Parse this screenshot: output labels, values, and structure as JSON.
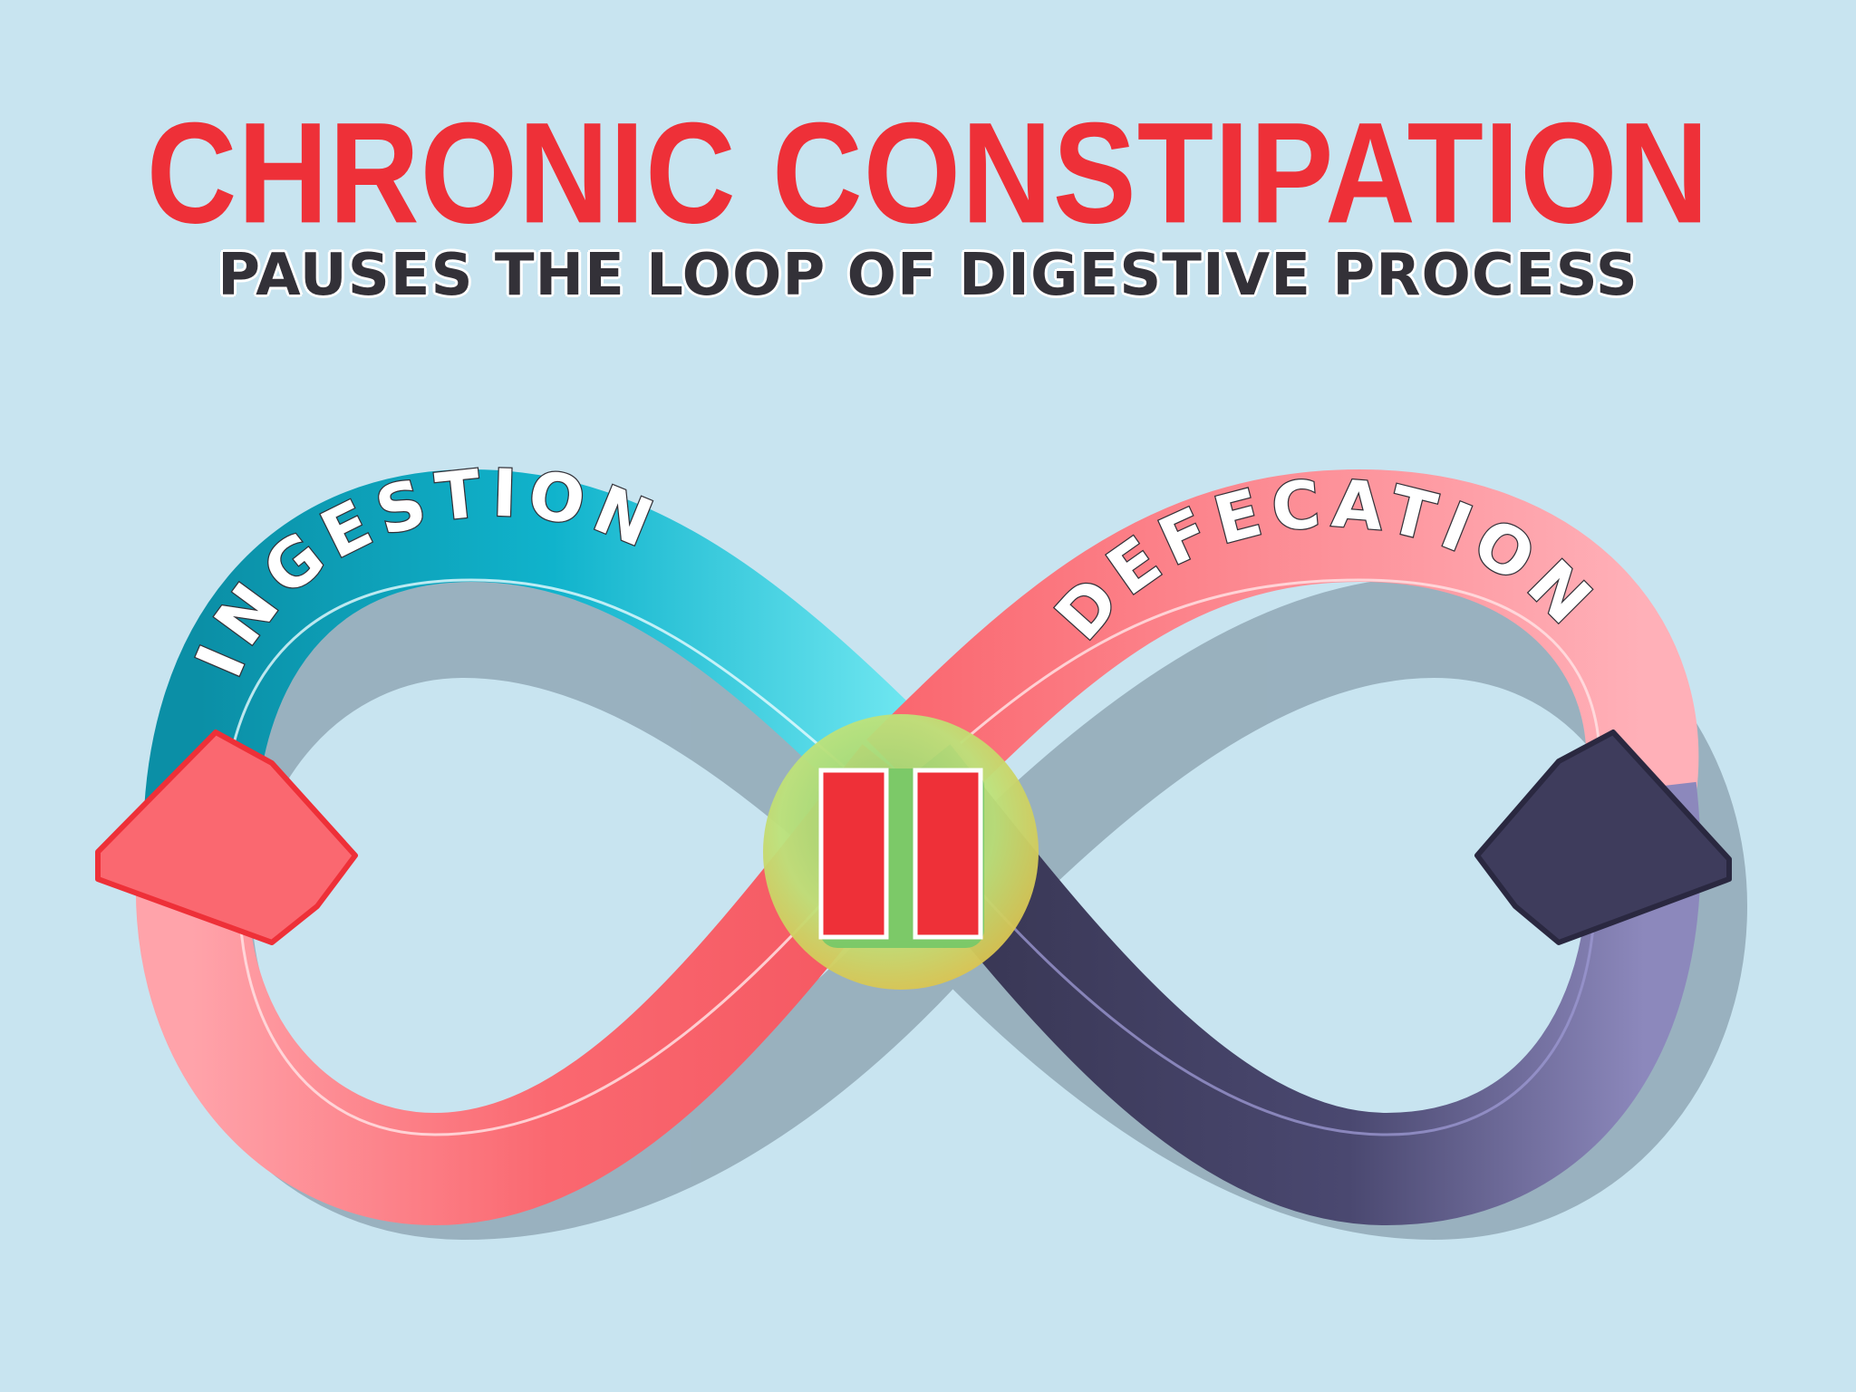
{
  "title": "CHRONIC CONSTIPATION",
  "subtitle": "PAUSES THE LOOP OF DIGESTIVE PROCESS",
  "loop": {
    "left_label": "INGESTION",
    "right_label": "DEFECATION",
    "center_icon": "pause-icon"
  },
  "colors": {
    "title": "#ee3038",
    "subtitle": "#333138",
    "background": "#c8e4f0",
    "ingestion": "#0aaac2",
    "coral": "#fa6870",
    "dark": "#3e3c5c",
    "pause_circle": "#b8e070",
    "pause_bars": "#ee3038"
  }
}
